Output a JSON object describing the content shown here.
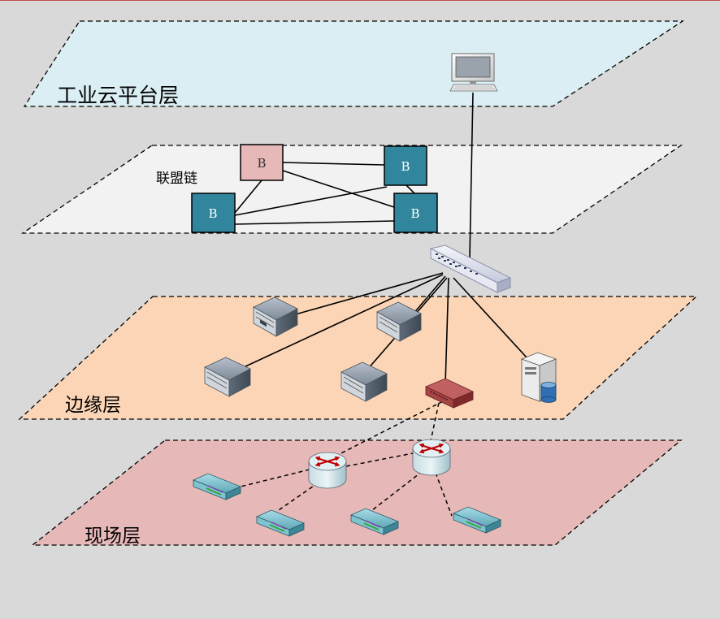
{
  "layers": {
    "cloud": {
      "label": "工业云平台层",
      "fill": "#daeef3"
    },
    "alliance": {
      "label": "联盟链",
      "fill": "#f2f2f2"
    },
    "edge": {
      "label": "边缘层",
      "fill": "#fbd5b5"
    },
    "field": {
      "label": "现场层",
      "fill": "#e6b8b7"
    }
  },
  "blockchain_nodes": [
    {
      "label": "B",
      "fill": "#e6b8b7",
      "text_color": "#333333"
    },
    {
      "label": "B",
      "fill": "#31859c",
      "text_color": "#ffffff"
    },
    {
      "label": "B",
      "fill": "#31859c",
      "text_color": "#ffffff"
    },
    {
      "label": "B",
      "fill": "#31859c",
      "text_color": "#ffffff"
    }
  ],
  "icons": {
    "workstation": "computer-icon",
    "switch": "network-switch-icon",
    "edge_servers": "rack-server-icon",
    "gateway": "gateway-icon",
    "database_server": "database-server-icon",
    "routers": "router-icon",
    "field_devices": "field-device-icon"
  },
  "colors": {
    "border": "#000000",
    "link": "#000000",
    "accent_top_line": "#c0504d"
  }
}
